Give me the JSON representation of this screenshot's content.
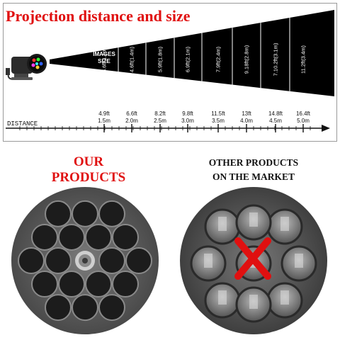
{
  "headline": "Projection distance and size",
  "images_size_label": "IMAGES\nSIZE",
  "axis_title": "DISTANCE",
  "measurements": [
    {
      "size": "3.6ft(1.1m)",
      "distance_ft": "4.9ft",
      "distance_m": "1.5m"
    },
    {
      "size": "4.6ft(1.4m)",
      "distance_ft": "6.6ft",
      "distance_m": "2.0m"
    },
    {
      "size": "5.9ft(1.8m)",
      "distance_ft": "8.2ft",
      "distance_m": "2.5m"
    },
    {
      "size": "6.9ft(2.1m)",
      "distance_ft": "9.8ft",
      "distance_m": "3.0m"
    },
    {
      "size": "7.9ft(2.4m)",
      "distance_ft": "11.5ft",
      "distance_m": "3.5m"
    },
    {
      "size": "9.18ft(2.8m)",
      "distance_ft": "13ft",
      "distance_m": "4.0m"
    },
    {
      "size": "7.10.2ft(3.1m)",
      "distance_ft": "14.8ft",
      "distance_m": "4.5m"
    },
    {
      "size": "11.2ft(3.4m)",
      "distance_ft": "16.4ft",
      "distance_m": "5.0m"
    }
  ],
  "ours_title": "OUR\nPRODUCTS",
  "other_title": "OTHER PRODUCTS\nON THE MARKET",
  "colors": {
    "headline": "#e01010",
    "ours_title": "#e01010",
    "cross": "#e01010",
    "beam": "#000000"
  },
  "icons": {
    "projector": "projector-icon",
    "cross": "cross-mark-icon"
  }
}
